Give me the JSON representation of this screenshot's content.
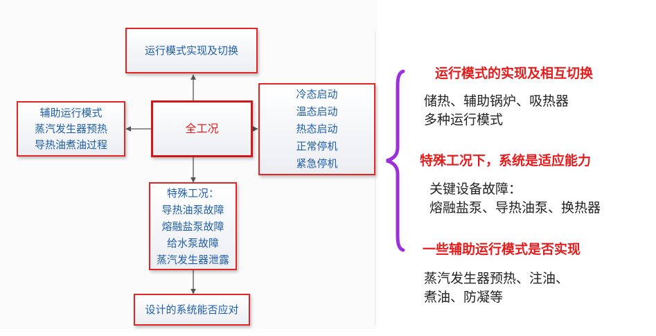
{
  "diagram": {
    "top_node": {
      "text": "运行模式实现及切换"
    },
    "left_node": {
      "lines": [
        "辅助运行模式",
        "蒸汽发生器预热",
        "导热油煮油过程"
      ]
    },
    "center_node": {
      "text": "全工况"
    },
    "right_node": {
      "lines": [
        "冷态启动",
        "温态启动",
        "热态启动",
        "正常停机",
        "紧急停机"
      ]
    },
    "middle_node": {
      "lines": [
        "特殊工况：",
        "导热油泵故障",
        "熔融盐泵故障",
        "给水泵故障",
        "蒸汽发生器泄露"
      ]
    },
    "bottom_node": {
      "text": "设计的系统能否应对"
    }
  },
  "annotations": {
    "brace_color": "#9b30d9",
    "items": [
      {
        "heading": "运行模式的实现及相互切换",
        "lines": [
          "储热、辅助锅炉、吸热器",
          "多种运行模式"
        ]
      },
      {
        "heading": "特殊工况下，系统是适应能力",
        "lines": [
          "关键设备故障：",
          "熔融盐泵、导热油泵、换热器"
        ]
      },
      {
        "heading": "一些辅助运行模式是否实现",
        "lines": [
          "蒸汽发生器预热、注油、",
          "煮油、防凝等"
        ]
      }
    ]
  },
  "colors": {
    "node_border": "#e12424",
    "node_text": "#1f5fae",
    "heading_text": "#e61c1c",
    "body_text": "#222222"
  }
}
